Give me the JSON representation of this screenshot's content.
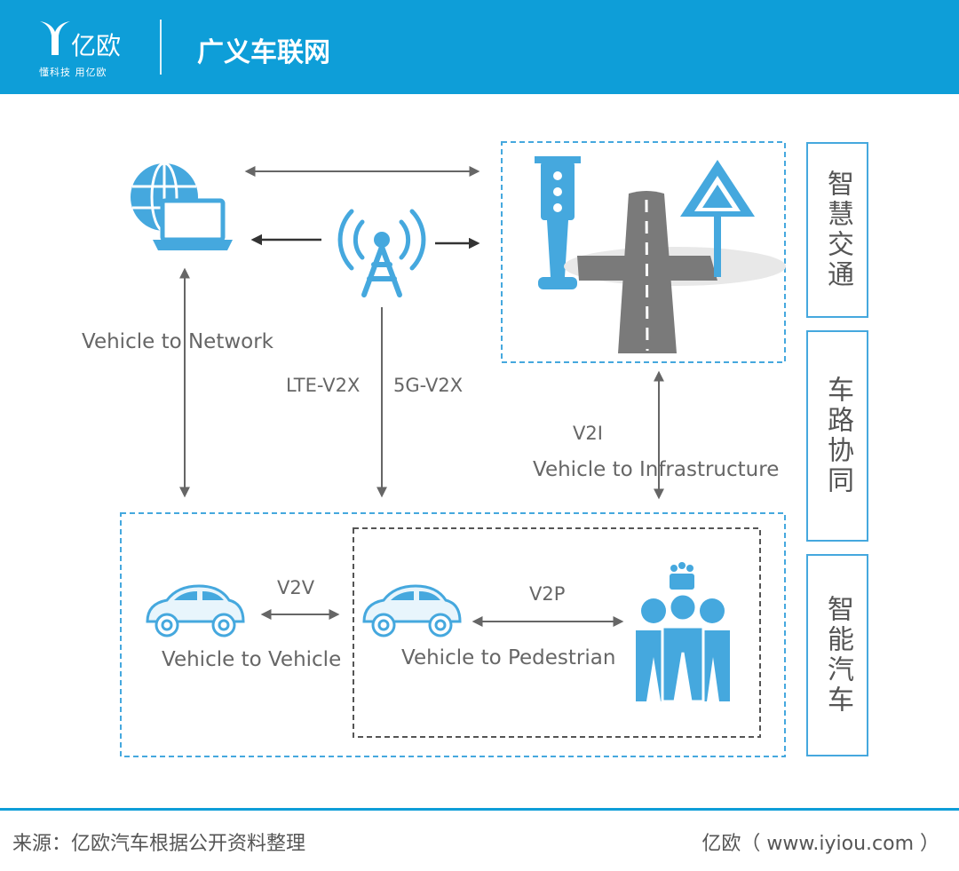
{
  "header": {
    "logo_text": "亿欧",
    "logo_slogan": "懂科技 用亿欧",
    "title": "广义车联网"
  },
  "diagram": {
    "v2n_label": "Vehicle to Network",
    "lte_label": "LTE-V2X",
    "g5_label": "5G-V2X",
    "v2i_short": "V2I",
    "v2i_label": "Vehicle to Infrastructure",
    "v2v_short": "V2V",
    "v2v_label": "Vehicle to Vehicle",
    "v2p_short": "V2P",
    "v2p_label": "Vehicle to Pedestrian"
  },
  "side_labels": [
    "智慧交通",
    "车路协同",
    "智能汽车"
  ],
  "footer": {
    "source": "来源：亿欧汽车根据公开资料整理",
    "credit": "亿欧（ www.iyiou.com ）"
  },
  "colors": {
    "brand": "#0e9ed8",
    "icon": "#45a8de",
    "arrow": "#666666",
    "road": "#7a7a7a"
  }
}
